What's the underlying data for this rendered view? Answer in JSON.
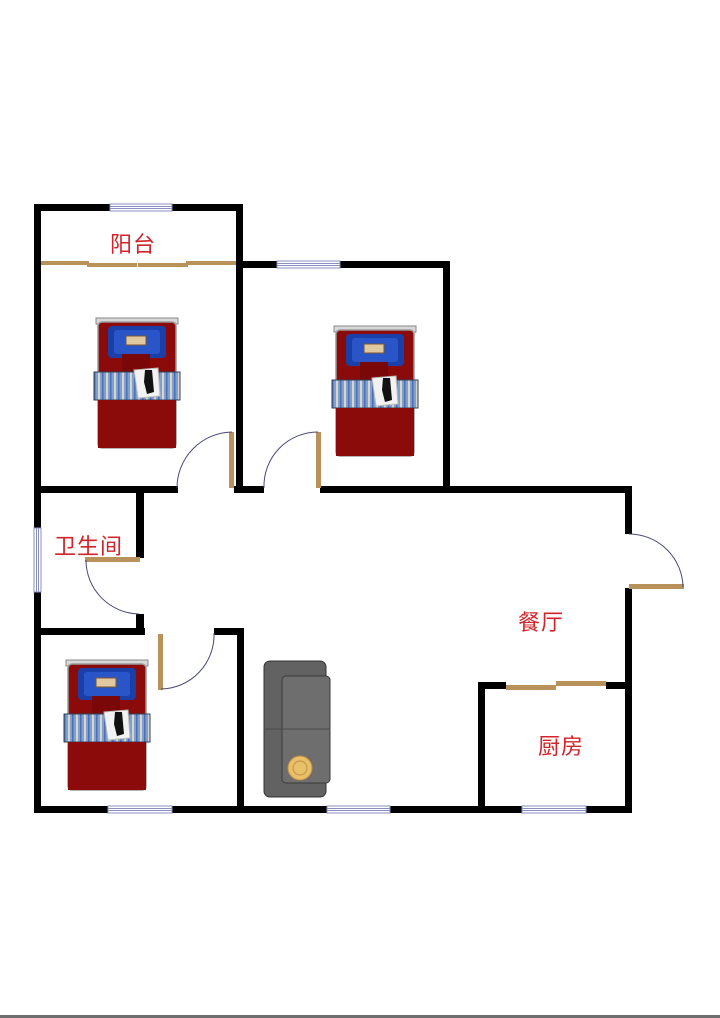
{
  "floorplan": {
    "rooms": [
      {
        "id": "balcony",
        "label": "阳台"
      },
      {
        "id": "bathroom",
        "label": "卫生间"
      },
      {
        "id": "dining",
        "label": "餐厅"
      },
      {
        "id": "kitchen",
        "label": "厨房"
      },
      {
        "id": "bedroom-1",
        "label": ""
      },
      {
        "id": "bedroom-2",
        "label": ""
      },
      {
        "id": "bedroom-3",
        "label": ""
      },
      {
        "id": "living",
        "label": ""
      }
    ],
    "colors": {
      "wall": "#000000",
      "door": "#b8925a",
      "window": "#8a8fc0",
      "label": "#d0242a",
      "bed_frame": "#8b0b0b",
      "pillow": "#1a3fa8",
      "sofa": "#6a6a6a",
      "cushion": "#e8c06a"
    },
    "furniture": [
      "bed",
      "bed",
      "bed",
      "sofa"
    ]
  }
}
